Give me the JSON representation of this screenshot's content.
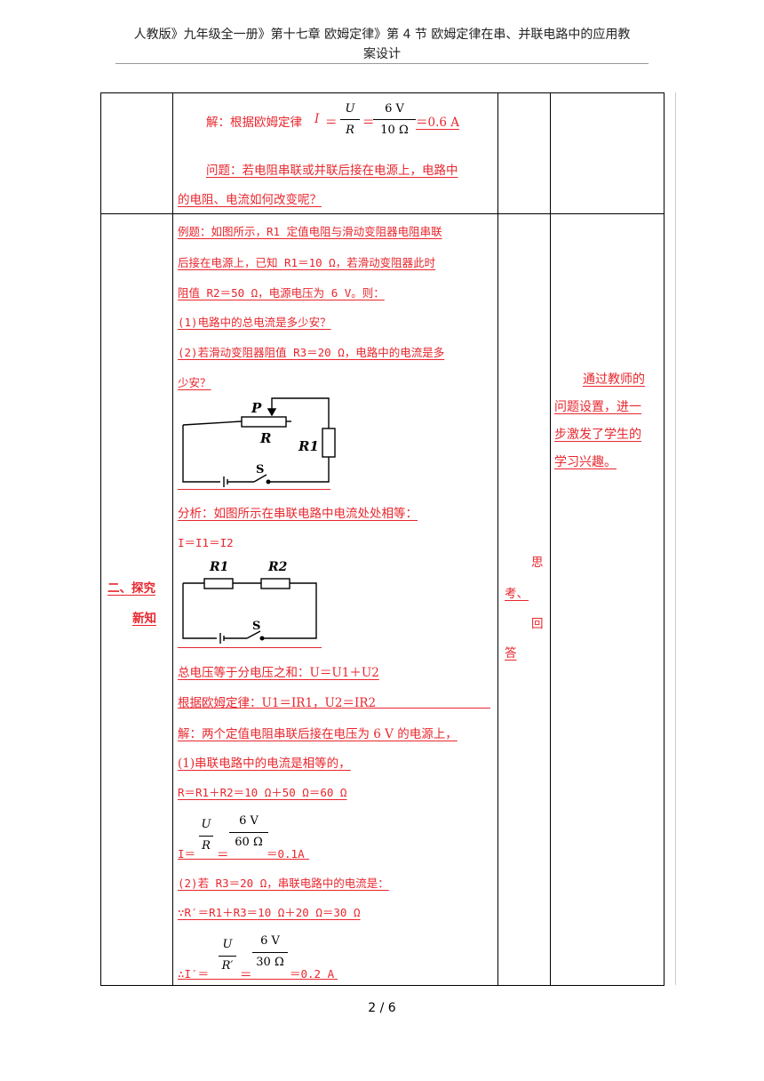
{
  "header": {
    "line1": "人教版》九年级全一册》第十七章 欧姆定律》第 4 节 欧姆定律在串、并联电路中的应用教",
    "line2": "案设计"
  },
  "row1": {
    "solution_prefix": "解：根据欧姆定律",
    "formula_I": "I",
    "frac1_num": "U",
    "frac1_den": "R",
    "frac2_num": "6 V",
    "frac2_den": "10 Ω",
    "result": "＝0.6 A",
    "question_line1": "问题：若电阻串联或并联后接在电源上，电路中",
    "question_line2": "的电阻、电流如何改变呢？"
  },
  "row2": {
    "section_line1": "二、探究",
    "section_line2": "新知",
    "lines": [
      "例题：如图所示，R1 定值电阻与滑动变阻器电阻串联",
      "后接在电源上，已知 R1＝10  Ω，若滑动变阻器此时",
      "阻值 R2＝50  Ω，电源电压为 6 V。则：",
      "(1)电路中的总电流是多少安？",
      "(2)若滑动变阻器阻值 R3＝20  Ω，电路中的电流是多",
      "少安？"
    ],
    "circuit1": {
      "label_P": "P",
      "label_R": "R",
      "label_R1": "R1",
      "label_S": "S"
    },
    "analysis": "分析：如图所示在串联电路中电流处处相等：",
    "current_eq": "I＝I1＝I2",
    "circuit2": {
      "label_R1": "R1",
      "label_R2": "R2",
      "label_S": "S"
    },
    "voltage_sum": "总电压等于分电压之和：U＝U1＋U2",
    "ohm_law": "根据欧姆定律：U1＝IR1，U2＝IR2",
    "solve_intro": "解：两个定值电阻串联后接在电压为 6 V 的电源上，",
    "step1": "(1)串联电路中的电流是相等的，",
    "total_r": "R＝R1＋R2＝10  Ω＋50  Ω＝60  Ω",
    "eq1_prefix": "I＝",
    "eq1_num": "U",
    "eq1_den": "R",
    "eq1_num2": "6  V",
    "eq1_den2": "60  Ω",
    "eq1_result": "＝0.1A",
    "step2": "(2)若 R3＝20  Ω，串联电路中的电流是：",
    "r_prime": "∵R′＝R1＋R3＝10  Ω＋20  Ω＝30  Ω",
    "eq2_prefix": "∴I′＝",
    "eq2_num": "U",
    "eq2_den": "R′",
    "eq2_num2": "6  V",
    "eq2_den2": "30  Ω",
    "eq2_result": "＝0.2  A",
    "student_activity": [
      "思",
      "考、",
      "回",
      "答"
    ],
    "design_intent": [
      "通过教师的",
      "问题设置，进一",
      "步激发了学生的",
      "学习兴趣。"
    ]
  },
  "footer": {
    "page": "2 / 6"
  }
}
